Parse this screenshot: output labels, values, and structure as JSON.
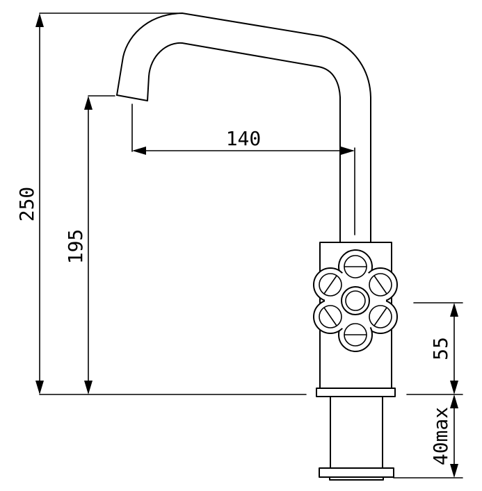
{
  "diagram": {
    "units": "",
    "dimensions": [
      {
        "key": "total_height",
        "label": "250",
        "value": 250
      },
      {
        "key": "spout_height",
        "label": "195",
        "value": 195
      },
      {
        "key": "spout_reach",
        "label": "140",
        "value": 140
      },
      {
        "key": "handle_height",
        "label": "55",
        "value": 55
      },
      {
        "key": "deck_thickness",
        "label": "40max",
        "value": 40
      }
    ]
  }
}
